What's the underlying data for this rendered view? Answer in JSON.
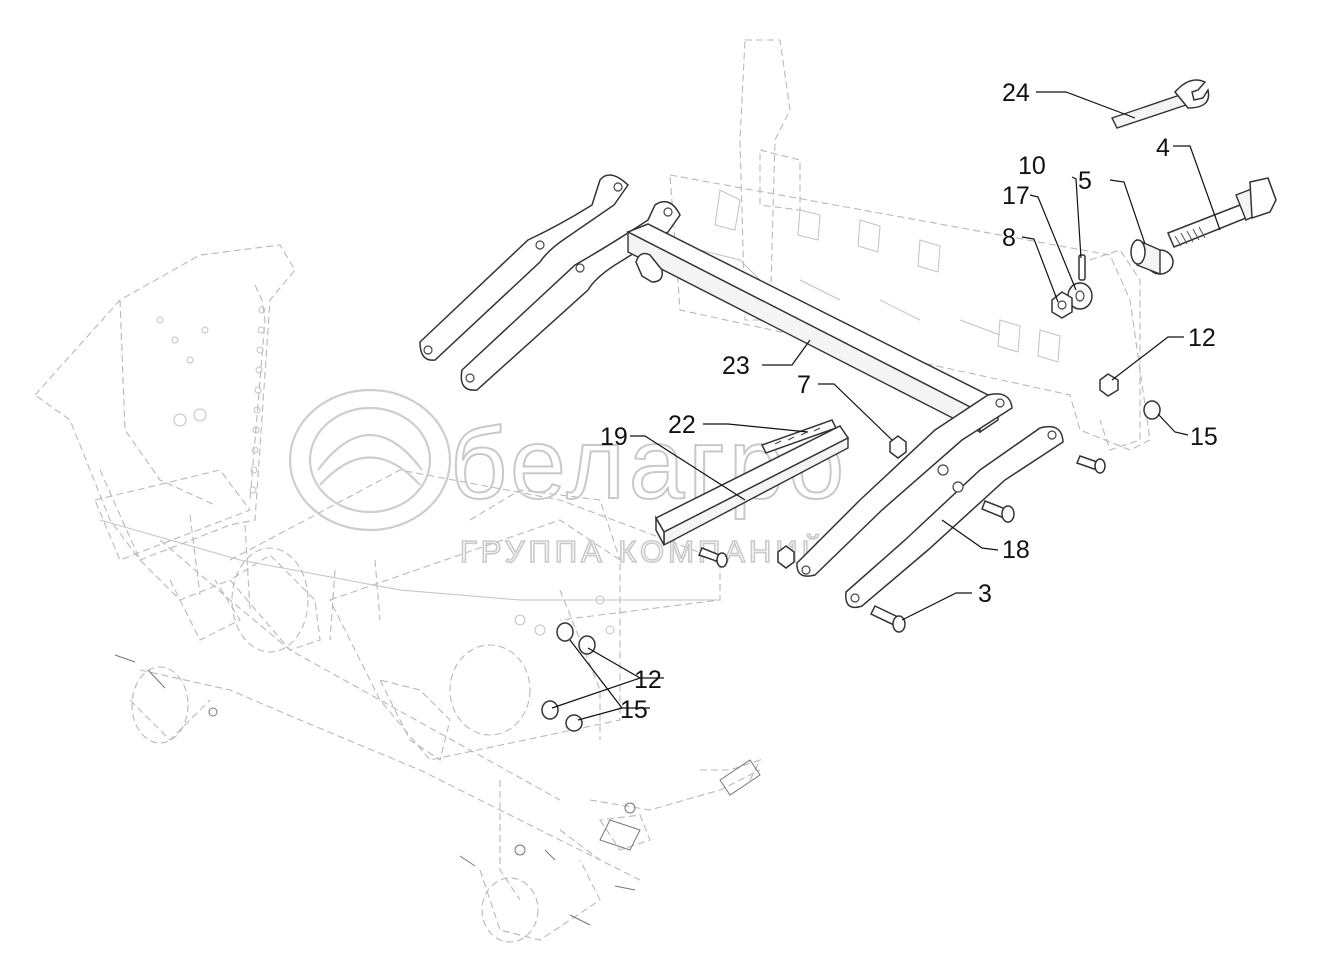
{
  "callouts": {
    "c24": "24",
    "c4": "4",
    "c10": "10",
    "c5": "5",
    "c17": "17",
    "c8": "8",
    "c12a": "12",
    "c23": "23",
    "c7": "7",
    "c22": "22",
    "c19": "19",
    "c15a": "15",
    "c18": "18",
    "c3": "3",
    "c12b": "12",
    "c15b": "15"
  },
  "watermark": {
    "brand": "белагро",
    "subtitle": "ГРУППА КОМПАНИЙ"
  },
  "colors": {
    "line": "#333333",
    "ghost": "#b9b9b9",
    "watermark": "#c9c9c9"
  }
}
